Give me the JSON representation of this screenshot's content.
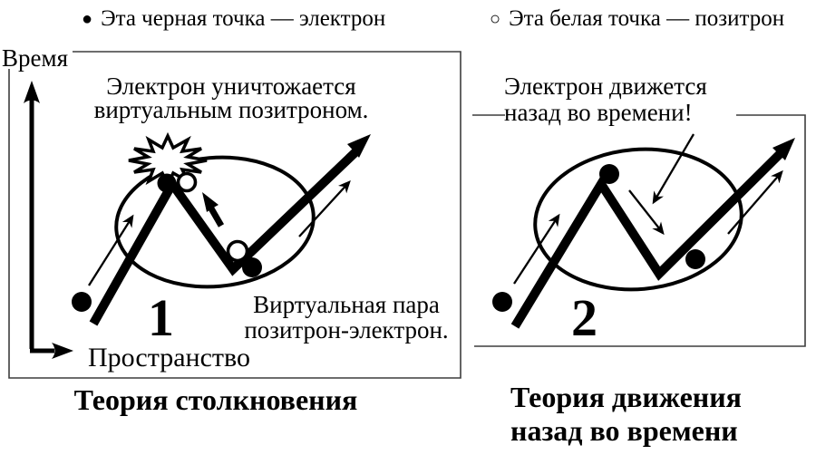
{
  "legend": {
    "electron_bullet": "●",
    "electron_label": "Эта черная точка — электрон",
    "positron_bullet": "○",
    "positron_label": "Эта белая точка — позитрон"
  },
  "left_panel": {
    "time_axis_label": "Время",
    "space_axis_label": "Пространство",
    "note_line1": "Электрон уничтожается",
    "note_line2": "виртуальным позитроном.",
    "pair_note_line1": "Виртуальная пара",
    "pair_note_line2": "позитрон-электрон.",
    "diagram_number": "1",
    "caption": "Теория столкновения"
  },
  "right_panel": {
    "note_line1": "Электрон движется",
    "note_line2": "назад во времени!",
    "diagram_number": "2",
    "caption_line1": "Теория движения",
    "caption_line2": "назад во времени"
  },
  "colors": {
    "ink": "#000000",
    "frame": "#3d3d3d",
    "background": "#ffffff"
  }
}
